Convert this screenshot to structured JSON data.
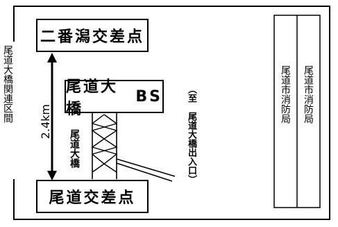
{
  "section_label": "尾道大橋関連区間",
  "top_box": "二番潟交差点",
  "bottom_box": "尾道交差点",
  "bs_box": {
    "main": "尾道大橋",
    "suffix": "BS"
  },
  "distance": "2.4km",
  "bridge_label": "尾道大橋",
  "exit_label": "（至　尾道大橋出入口）",
  "right_columns": [
    "尾道市消防局",
    "尾道市消防局"
  ]
}
